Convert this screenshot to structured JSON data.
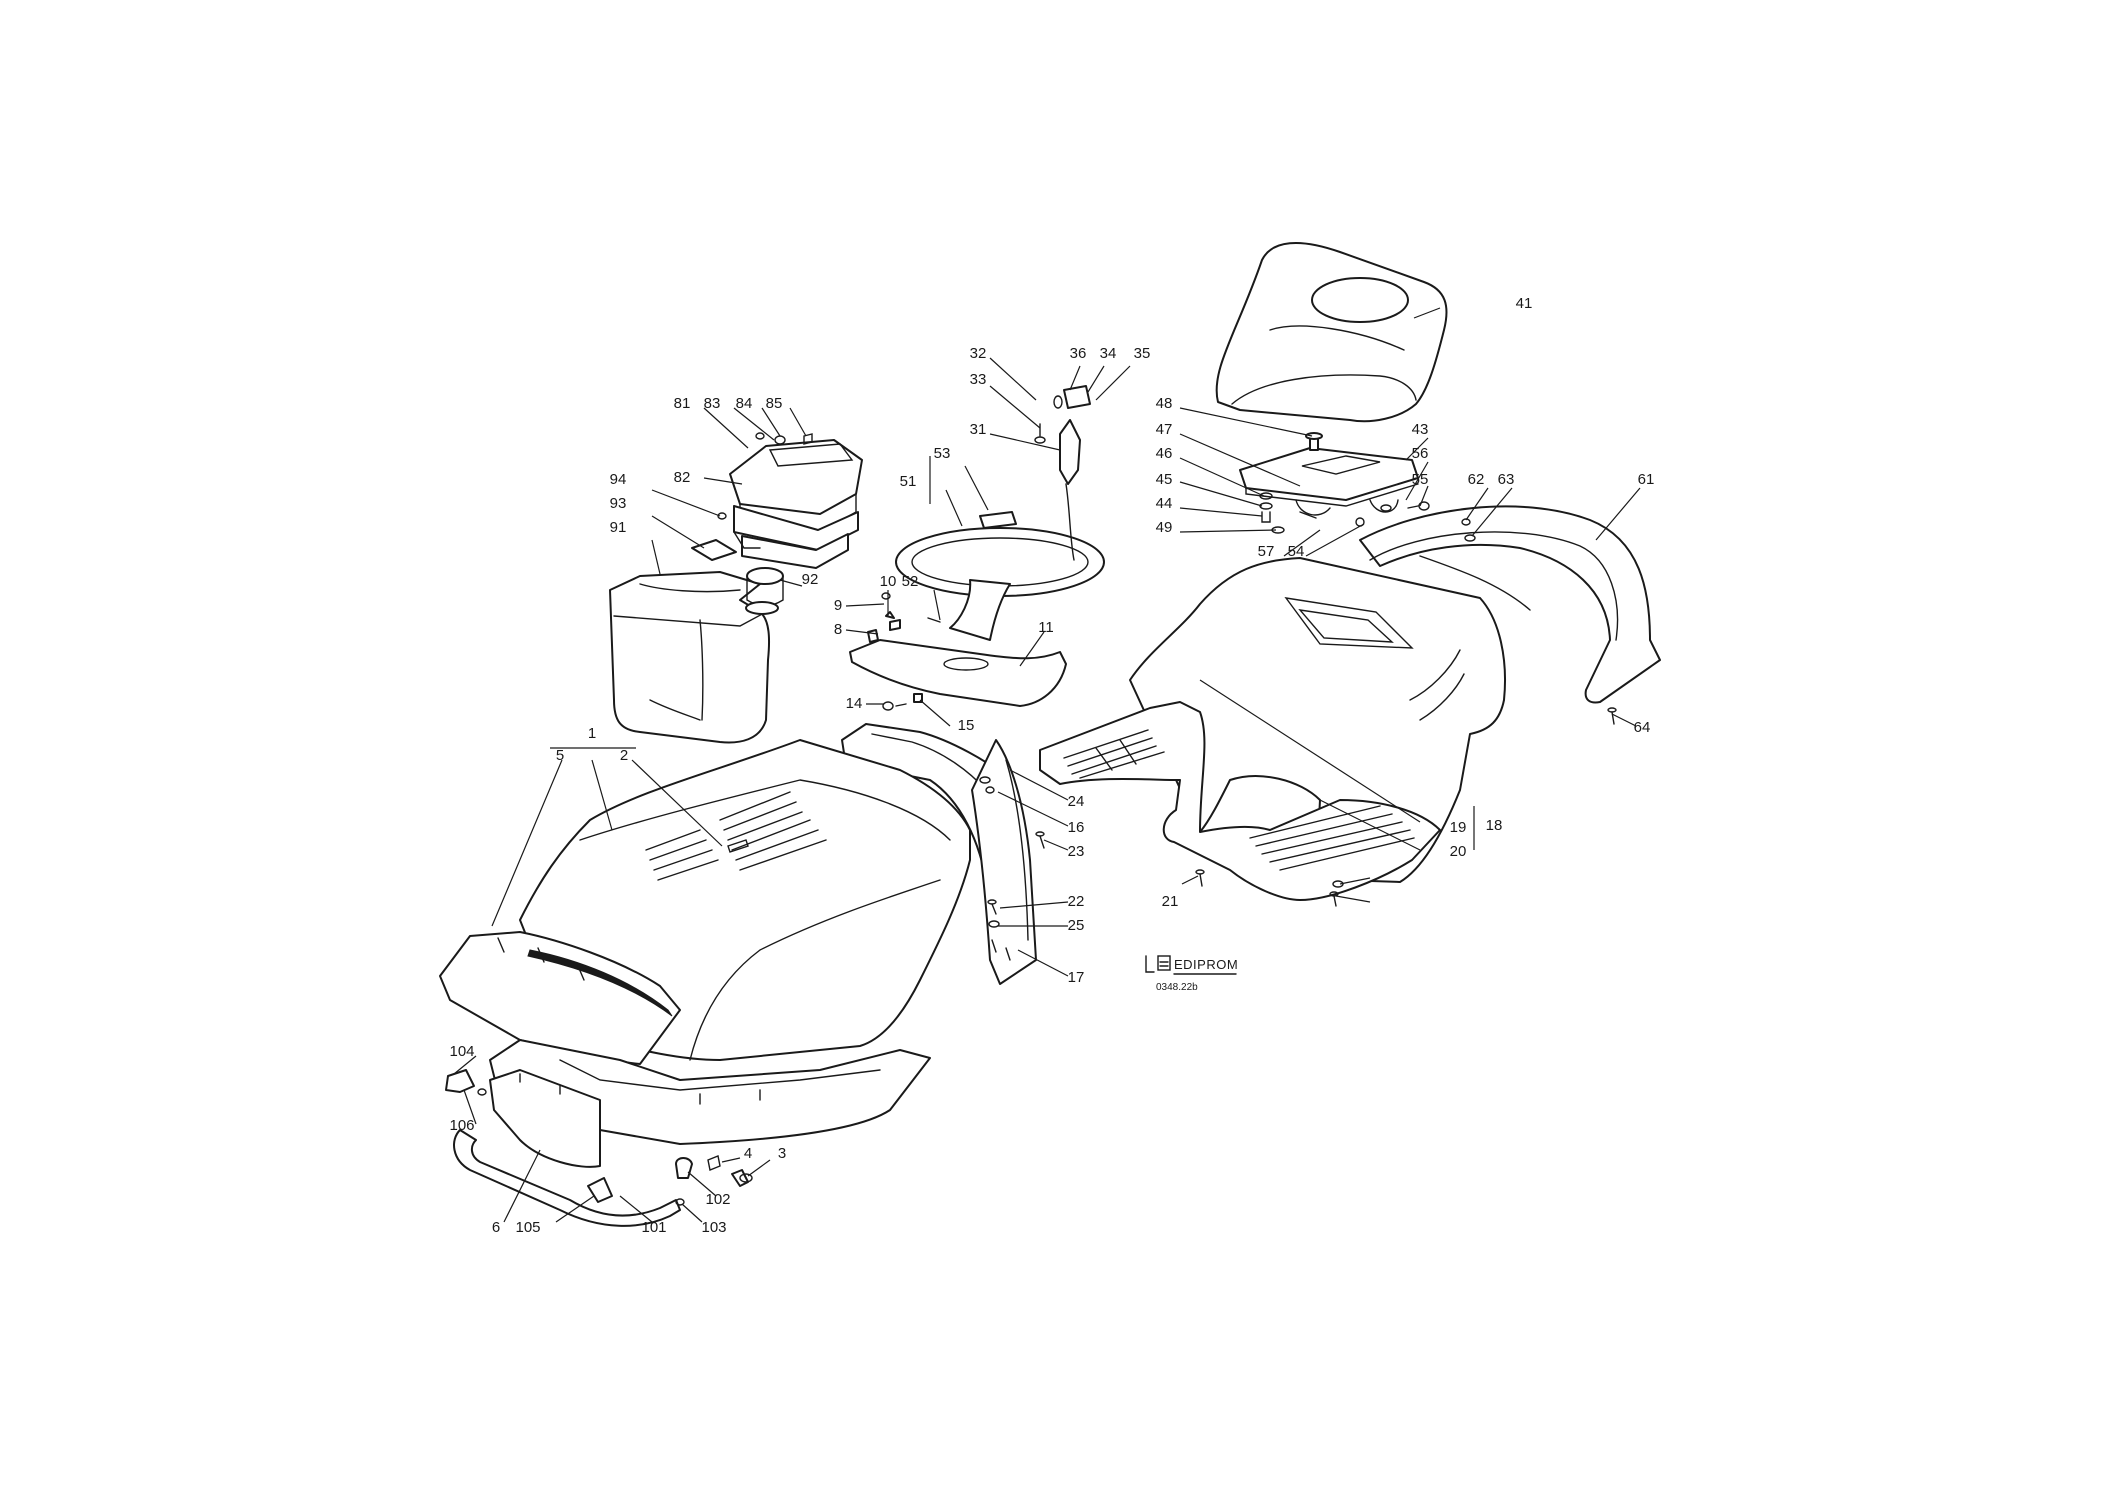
{
  "brand": {
    "name": "EDIPROM",
    "code": "0348.22b"
  },
  "labels": [
    "1",
    "2",
    "3",
    "4",
    "5",
    "6",
    "8",
    "9",
    "10",
    "11",
    "14",
    "15",
    "16",
    "17",
    "18",
    "19",
    "20",
    "21",
    "22",
    "23",
    "24",
    "25",
    "31",
    "32",
    "33",
    "34",
    "35",
    "36",
    "41",
    "43",
    "44",
    "45",
    "46",
    "47",
    "48",
    "49",
    "51",
    "52",
    "53",
    "54",
    "55",
    "56",
    "57",
    "61",
    "62",
    "63",
    "64",
    "81",
    "82",
    "83",
    "84",
    "85",
    "91",
    "92",
    "93",
    "94",
    "101",
    "102",
    "103",
    "104",
    "105",
    "106"
  ]
}
